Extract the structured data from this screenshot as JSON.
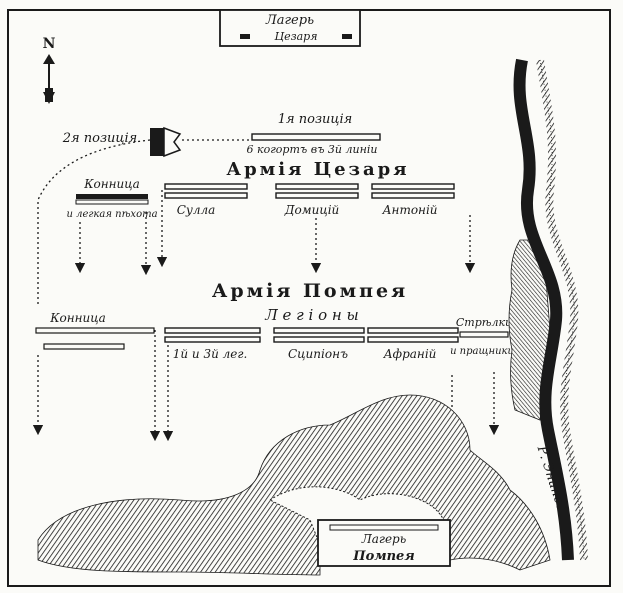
{
  "north_marker": "N",
  "caesar_camp": {
    "label": "Лагерь",
    "sublabel": "Цезаря"
  },
  "pompey_camp": {
    "label": "Лагерь",
    "sublabel": "Помпея"
  },
  "positions": {
    "second": "2я позиція",
    "first": "1я позиція",
    "first_note": "6 когортъ въ 3й линіи"
  },
  "caesar_army": {
    "title": "Армія Цезаря",
    "cavalry": "Конница",
    "light_infantry": "и легкая пѣхота",
    "units": [
      "Сулла",
      "Домицій",
      "Антоній"
    ]
  },
  "pompey_army": {
    "title": "Армія Помпея",
    "legions_label": "Л е г і о н ы",
    "cavalry": "Конница",
    "units": [
      "1й и 3й лег.",
      "Сципіонъ",
      "Афраній"
    ],
    "archers": "Стрѣлки",
    "archers_note": "и пращники"
  },
  "river": "Р. Энипей",
  "colors": {
    "ink": "#1a1a1a",
    "paper": "#fbfbf8"
  }
}
